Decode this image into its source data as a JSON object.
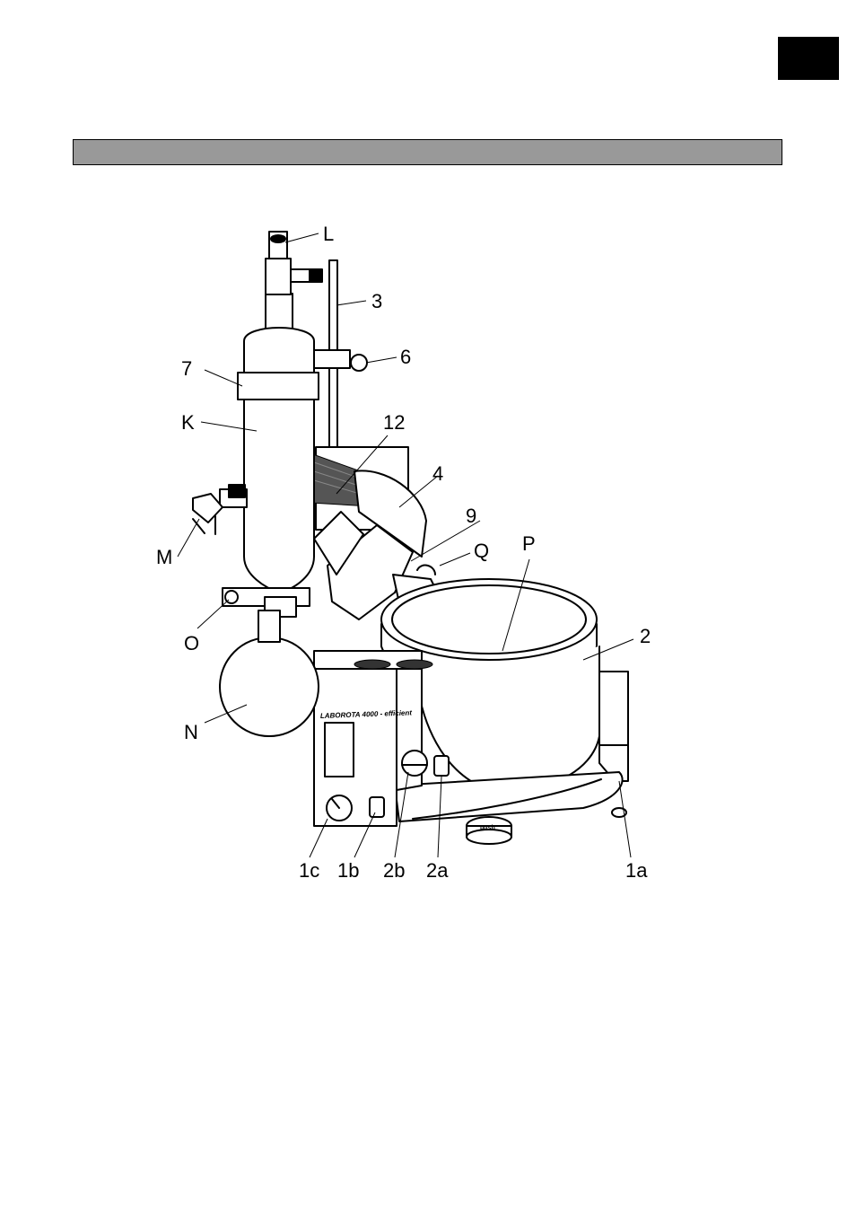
{
  "labels": {
    "L": "L",
    "n3": "3",
    "n6": "6",
    "n7": "7",
    "K": "K",
    "n12": "12",
    "n4": "4",
    "n9": "9",
    "Q": "Q",
    "P": "P",
    "M": "M",
    "O": "O",
    "n2": "2",
    "N": "N",
    "n1c": "1c",
    "n1b": "1b",
    "n2b": "2b",
    "n2a": "2a",
    "n1a": "1a"
  },
  "device": {
    "brand_text": "LABOROTA 4000 - efficient",
    "push_text": "push"
  }
}
